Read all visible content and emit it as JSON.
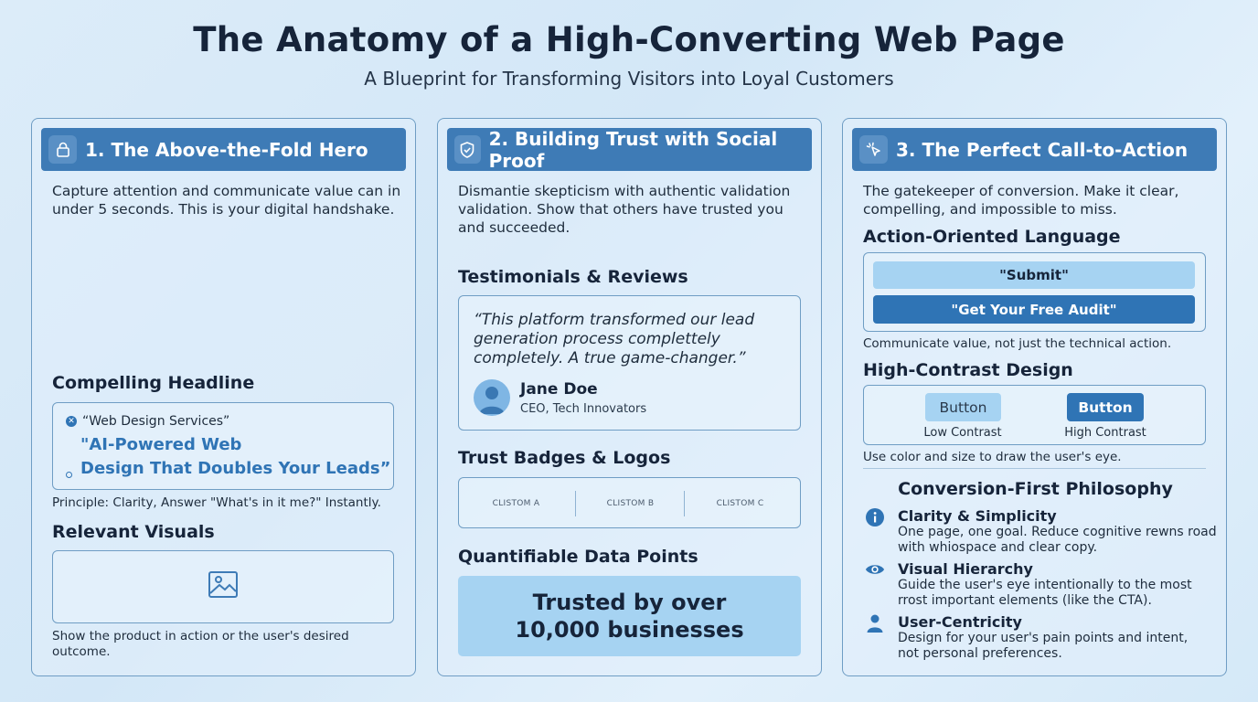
{
  "header": {
    "title": "The Anatomy of a High-Converting Web Page",
    "subtitle": "A Blueprint for Transforming Visitors into Loyal Customers"
  },
  "panel1": {
    "title": "1. The Above-the-Fold Hero",
    "icon": "lock-icon",
    "intro": "Capture attention and communicate value can in under 5 seconds. This is your digital handshake.",
    "headline_heading": "Compelling Headline",
    "headline_before": "“Web Design Services”",
    "headline_after_line1": "\"AI-Powered Web",
    "headline_after_line2": "Design That Doubles Your Leads”",
    "principle": "Principle: Clarity, Answer \"What's in it me?\" Instantly.",
    "visuals_heading": "Relevant Visuals",
    "visuals_icon": "image-icon",
    "visuals_note": "Show the product in action or the user's desired outcome."
  },
  "panel2": {
    "title": "2. Building Trust with Social Proof",
    "icon": "shield-check-icon",
    "intro": "Dismantie skepticism with authentic validation validation. Show that others have trusted you and succeeded.",
    "testimonials_heading": "Testimonials & Reviews",
    "quote": "“This platform transformed our lead generation process complettely completely. A true game-changer.”",
    "person_name": "Jane Doe",
    "person_role": "CEO, Tech Innovators",
    "badges_heading": "Trust Badges & Logos",
    "logos": [
      "CLISTOM A",
      "CLISTOM B",
      "CLISTOM C"
    ],
    "data_heading": "Quantifiable Data Points",
    "data_line1": "Trusted by over",
    "data_line2": "10,000 businesses"
  },
  "panel3": {
    "title": "3. The Perfect Call-to-Action",
    "icon": "cursor-click-icon",
    "intro": "The gatekeeper of conversion. Make it clear, compelling, and impossible to miss.",
    "language_heading": "Action-Oriented Language",
    "weak_cta": "\"Submit\"",
    "strong_cta": "\"Get Your Free Audit\"",
    "language_note": "Communicate value, not just the technical action.",
    "contrast_heading": "High-Contrast Design",
    "low_button": "Button",
    "low_label": "Low Contrast",
    "high_button": "Button",
    "high_label": "High Contrast",
    "contrast_note": "Use color and size to draw the user's eye.",
    "philosophy_heading": "Conversion-First Philosophy",
    "principles": [
      {
        "icon": "info-icon",
        "title": "Clarity & Simplicity",
        "desc1": "One page, one goal. Reduce cognitive rewns road",
        "desc2": "with whiospace and clear copy."
      },
      {
        "icon": "eye-icon",
        "title": "Visual Hierarchy",
        "desc1": "Guide the user's eye intentionally to the most",
        "desc2": "rrost important elements (like the CTA)."
      },
      {
        "icon": "user-icon",
        "title": "User-Centricity",
        "desc1": "Design for your user's pain points and intent,",
        "desc2": "not personal preferences."
      }
    ]
  },
  "colors": {
    "header_bar": "#3e7bb6",
    "accent_blue": "#2f74b5",
    "light_blue": "#a6d3f2",
    "border": "#6f9dc4"
  }
}
